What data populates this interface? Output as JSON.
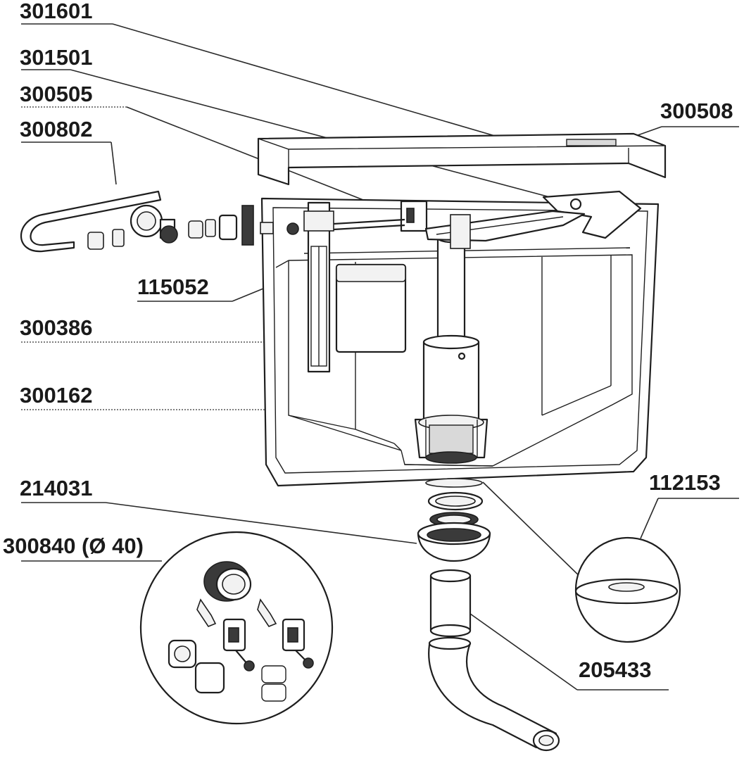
{
  "parts": [
    {
      "id": "p301601",
      "number": "301601"
    },
    {
      "id": "p301501",
      "number": "301501"
    },
    {
      "id": "p300505",
      "number": "300505"
    },
    {
      "id": "p300802",
      "number": "300802"
    },
    {
      "id": "p300508",
      "number": "300508"
    },
    {
      "id": "p115052",
      "number": "115052"
    },
    {
      "id": "p300386",
      "number": "300386"
    },
    {
      "id": "p300162",
      "number": "300162"
    },
    {
      "id": "p214031",
      "number": "214031"
    },
    {
      "id": "p300840",
      "number": "300840 (Ø 40)"
    },
    {
      "id": "p112153",
      "number": "112153"
    },
    {
      "id": "p205433",
      "number": "205433"
    }
  ],
  "icons": [
    "cistern-body",
    "cistern-lid",
    "fill-valve",
    "float",
    "flush-valve",
    "flush-lever",
    "supply-pipe",
    "pipe-fittings",
    "flush-seal",
    "cone-seal",
    "flush-pipe",
    "mounting-kit"
  ]
}
